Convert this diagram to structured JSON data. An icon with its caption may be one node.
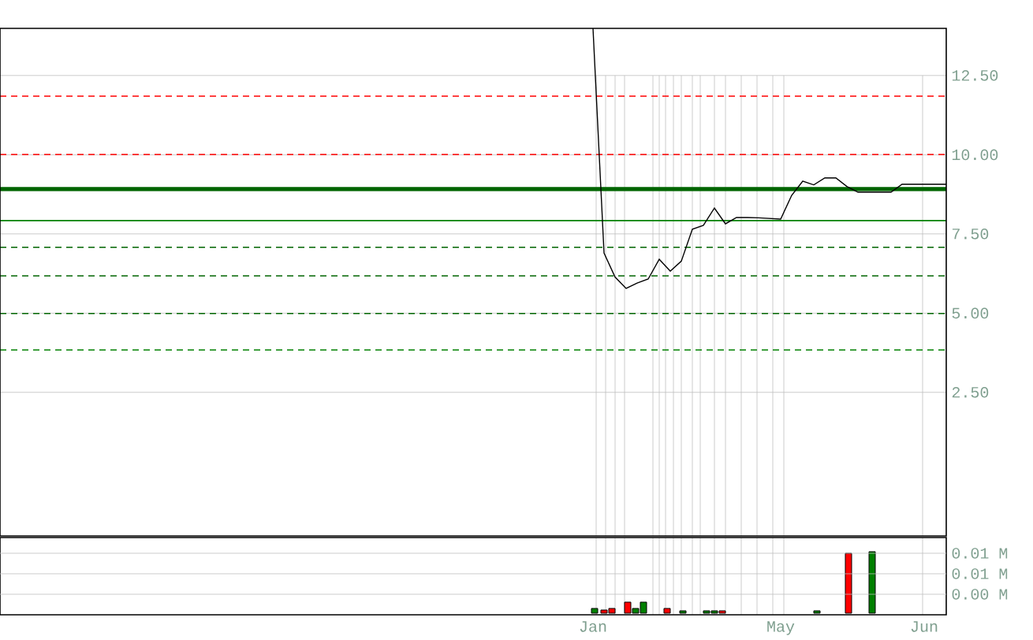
{
  "diagram": {
    "labels": [
      "0.01 M",
      "0.01 M",
      "0.00 M"
    ],
    "chart_data": {
      "type": "line",
      "categories": [
        "Jan",
        null,
        null,
        null,
        null,
        null,
        null,
        null,
        null,
        null,
        null,
        null,
        null,
        null,
        null,
        null,
        null,
        "May",
        null,
        null,
        null,
        null,
        null,
        null,
        null,
        null,
        null,
        null,
        null,
        null,
        "Jun",
        null,
        null
      ],
      "series": [
        {
          "color": "#000000",
          "values": [
            13.99,
            6.9,
            6.14,
            5.78,
            5.95,
            6.08,
            6.7,
            6.33,
            6.64,
            7.65,
            7.77,
            8.32,
            7.82,
            8.02,
            8.02,
            8.01,
            7.99,
            7.97,
            8.72,
            9.17,
            9.05,
            9.27,
            9.27,
            9.0,
            8.82,
            8.82,
            8.82,
            8.82,
            9.07,
            9.07,
            9.07,
            9.07,
            9.07
          ]
        }
      ],
      "ylim": [
        -2.03,
        13.99
      ],
      "grid": true,
      "yticks": [
        {
          "value": 2.5,
          "label": "2.50"
        },
        {
          "value": 5.0,
          "label": "5.00"
        },
        {
          "value": 7.5,
          "label": "7.50"
        },
        {
          "value": 10.0,
          "label": "10.00"
        },
        {
          "value": 12.5,
          "label": "12.50"
        }
      ],
      "ref_lines": [
        {
          "axis": "y",
          "value": 11.85,
          "color": "#ff0000"
        },
        {
          "axis": "y",
          "value": 10.01,
          "color": "#ff0000"
        },
        {
          "axis": "y",
          "value": 8.92,
          "color": "#006400"
        },
        {
          "axis": "y",
          "value": 7.92,
          "color": "#008000"
        },
        {
          "axis": "y",
          "value": 7.08,
          "color": "#006400"
        },
        {
          "axis": "y",
          "value": 6.18,
          "color": "#006400"
        },
        {
          "axis": "y",
          "value": 4.99,
          "color": "#006400"
        },
        {
          "axis": "y",
          "value": 3.84,
          "color": "#008000"
        }
      ]
    }
  }
}
